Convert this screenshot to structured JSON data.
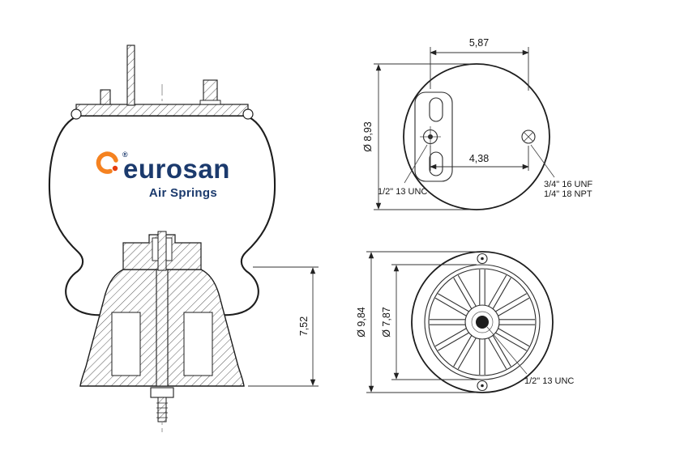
{
  "brand": {
    "name": "eurosan",
    "registered": "®",
    "tagline": "Air Springs",
    "navy": "#1b3a6d",
    "orange": "#f58220",
    "flame_red": "#e63c0e"
  },
  "side_view": {
    "height_dim": "7,52"
  },
  "top_view": {
    "stud_span_dim": "5,87",
    "plate_diameter_dim": "Ø 8,93",
    "port_spacing_dim": "4,38",
    "center_stud_label": "1/2\" 13 UNC",
    "air_port_label_line1": "3/4\" 16 UNF",
    "air_port_label_line2": "1/4\" 18 NPT"
  },
  "bottom_view": {
    "outer_diameter_dim": "Ø 9,84",
    "inner_diameter_dim": "Ø 7,87",
    "center_stud_label": "1/2\" 13 UNC"
  }
}
